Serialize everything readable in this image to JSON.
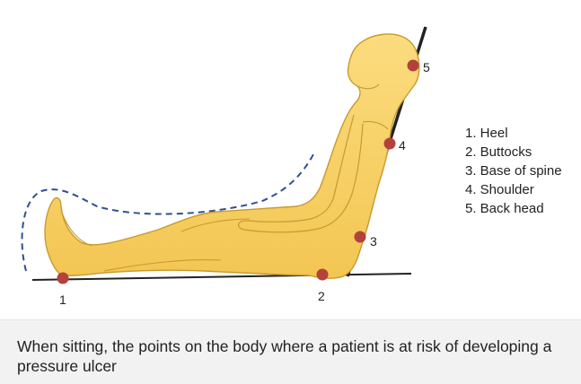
{
  "points": [
    {
      "number": "1",
      "label": "Heel"
    },
    {
      "number": "2",
      "label": "Buttocks"
    },
    {
      "number": "3",
      "label": "Base of spine"
    },
    {
      "number": "4",
      "label": "Shoulder"
    },
    {
      "number": "5",
      "label": "Back head"
    }
  ],
  "legend": [
    "1. Heel",
    "2. Buttocks",
    "3. Base of spine",
    "4. Shoulder",
    "5. Back head"
  ],
  "caption": "When sitting, the points on the body where a patient is at risk of developing a pressure ulcer",
  "colors": {
    "body_fill": "#f8d36a",
    "body_outline": "#c79a2e",
    "pressure_point": "#b5413b",
    "dashed_line": "#2f4f8f",
    "surface": "#222222"
  }
}
